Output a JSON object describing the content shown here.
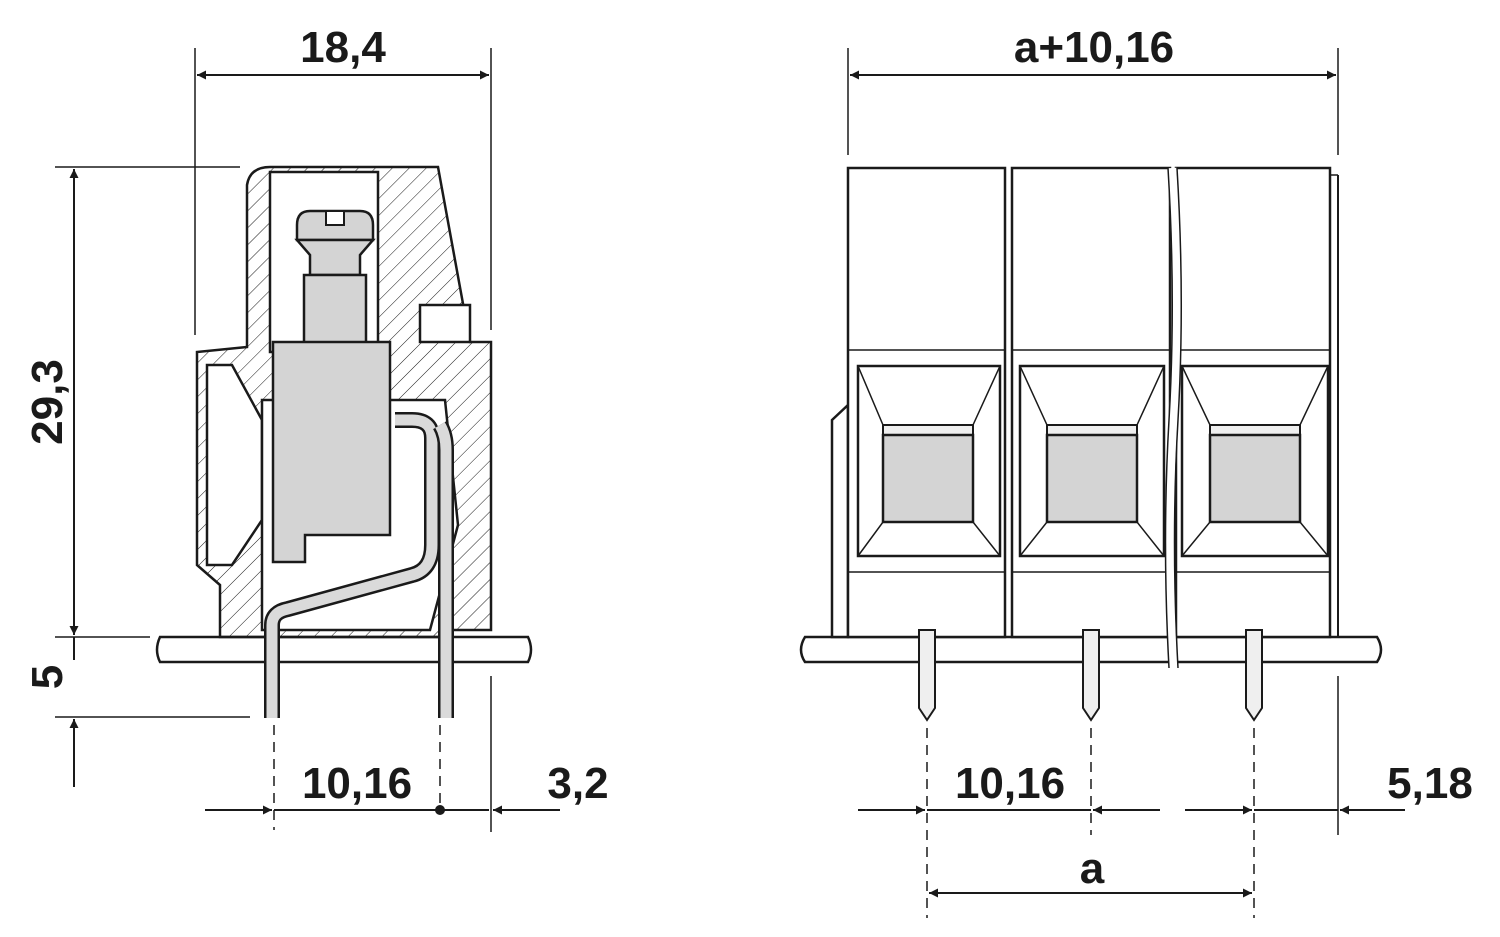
{
  "side_view": {
    "dims": {
      "width": "18,4",
      "height": "29,3",
      "pin_length": "5",
      "pitch": "10,16",
      "offset": "3,2"
    }
  },
  "front_view": {
    "dims": {
      "total_width": "a+10,16",
      "pitch": "10,16",
      "edge_offset": "5,18",
      "span": "a"
    }
  }
}
